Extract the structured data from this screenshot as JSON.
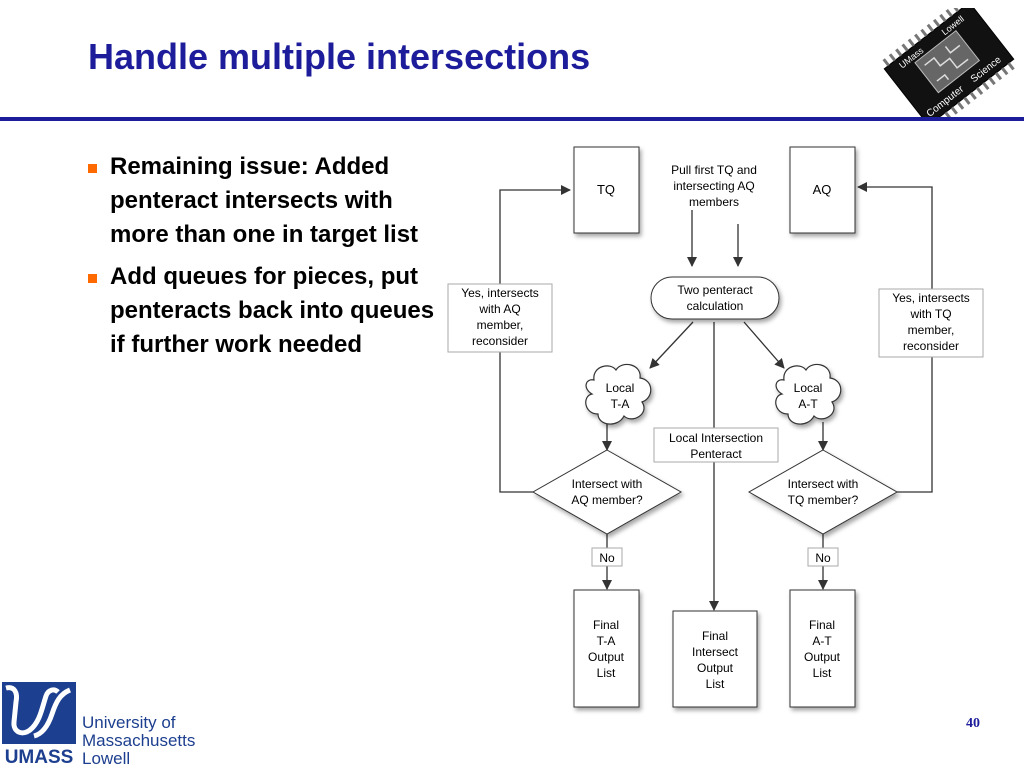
{
  "slide": {
    "title": "Handle multiple intersections",
    "page_number": "40",
    "bullets": [
      "Remaining issue: Added penteract intersects with more than one in target list",
      "Add queues for pieces, put penteracts back into queues if further work needed"
    ]
  },
  "badge": {
    "words": [
      "UMass",
      "Lowell",
      "Computer",
      "Science"
    ]
  },
  "logo": {
    "mark": "UMASS",
    "lines": [
      "University  of",
      "Massachusetts",
      "Lowell"
    ]
  },
  "flowchart": {
    "tq": "TQ",
    "aq": "AQ",
    "pull_note": [
      "Pull first TQ and",
      "intersecting AQ",
      "members"
    ],
    "calc": [
      "Two penteract",
      "calculation"
    ],
    "local_ta": [
      "Local",
      "T-A"
    ],
    "local_at": [
      "Local",
      "A-T"
    ],
    "local_intersection": [
      "Local Intersection",
      "Penteract"
    ],
    "yes_left": [
      "Yes, intersects",
      "with AQ",
      "member,",
      "reconsider"
    ],
    "yes_right": [
      "Yes, intersects",
      "with TQ",
      "member,",
      "reconsider"
    ],
    "diamond_left": [
      "Intersect with",
      "AQ member?"
    ],
    "diamond_right": [
      "Intersect with",
      "TQ member?"
    ],
    "no_left": "No",
    "no_right": "No",
    "final_ta": [
      "Final",
      "T-A",
      "Output",
      "List"
    ],
    "final_intersect": [
      "Final",
      "Intersect",
      "Output",
      "List"
    ],
    "final_at": [
      "Final",
      "A-T",
      "Output",
      "List"
    ]
  }
}
